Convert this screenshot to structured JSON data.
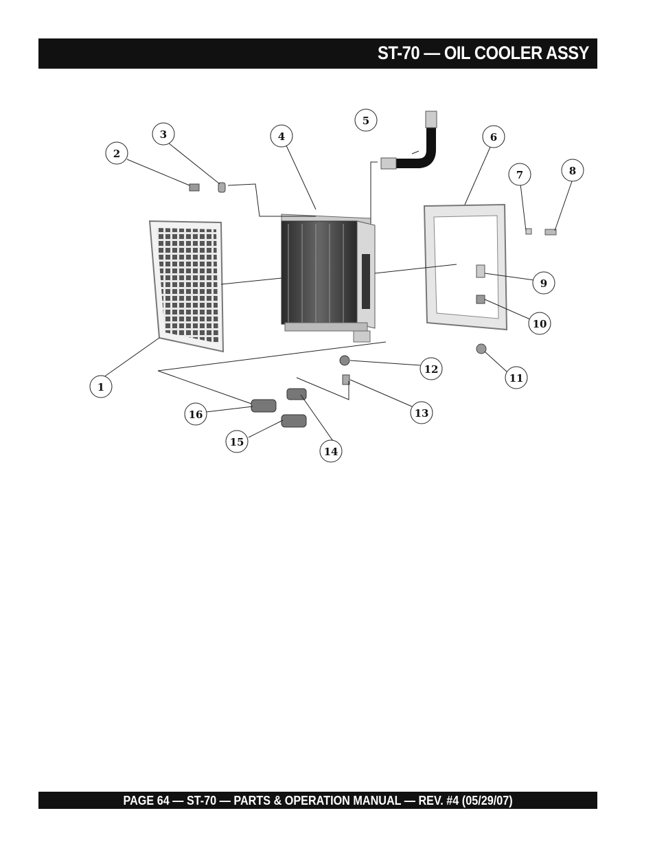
{
  "header": {
    "title": "ST-70 — OIL COOLER ASSY"
  },
  "footer": {
    "text": "PAGE 64 — ST-70 — PARTS & OPERATION MANUAL — REV. #4 (05/29/07)"
  },
  "callouts": [
    "1",
    "2",
    "3",
    "4",
    "5",
    "6",
    "7",
    "8",
    "9",
    "10",
    "11",
    "12",
    "13",
    "14",
    "15",
    "16"
  ],
  "icons": {
    "grille": "screen-grille",
    "cooler": "oil-cooler-core",
    "hose": "oil-hose",
    "frame": "mounting-frame",
    "fitting": "pipe-fitting"
  }
}
